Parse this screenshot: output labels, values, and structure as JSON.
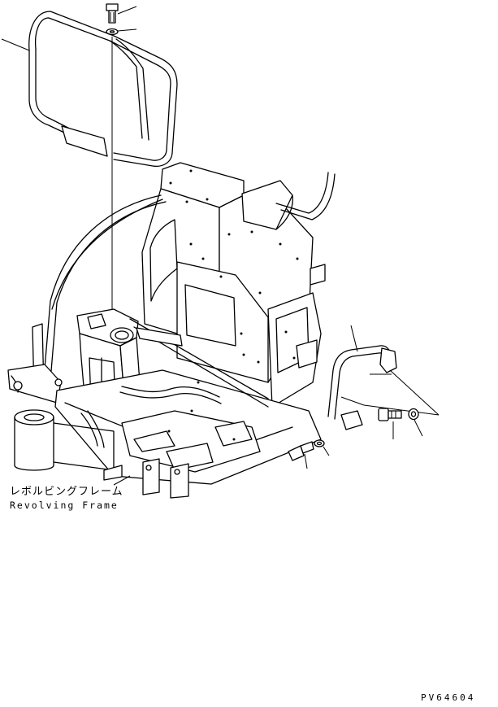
{
  "labels": {
    "frame_jp": "レボルビングフレーム",
    "frame_en": "Revolving Frame",
    "drawing_code": "PV64604"
  },
  "colors": {
    "line": "#000000",
    "background": "#ffffff"
  }
}
